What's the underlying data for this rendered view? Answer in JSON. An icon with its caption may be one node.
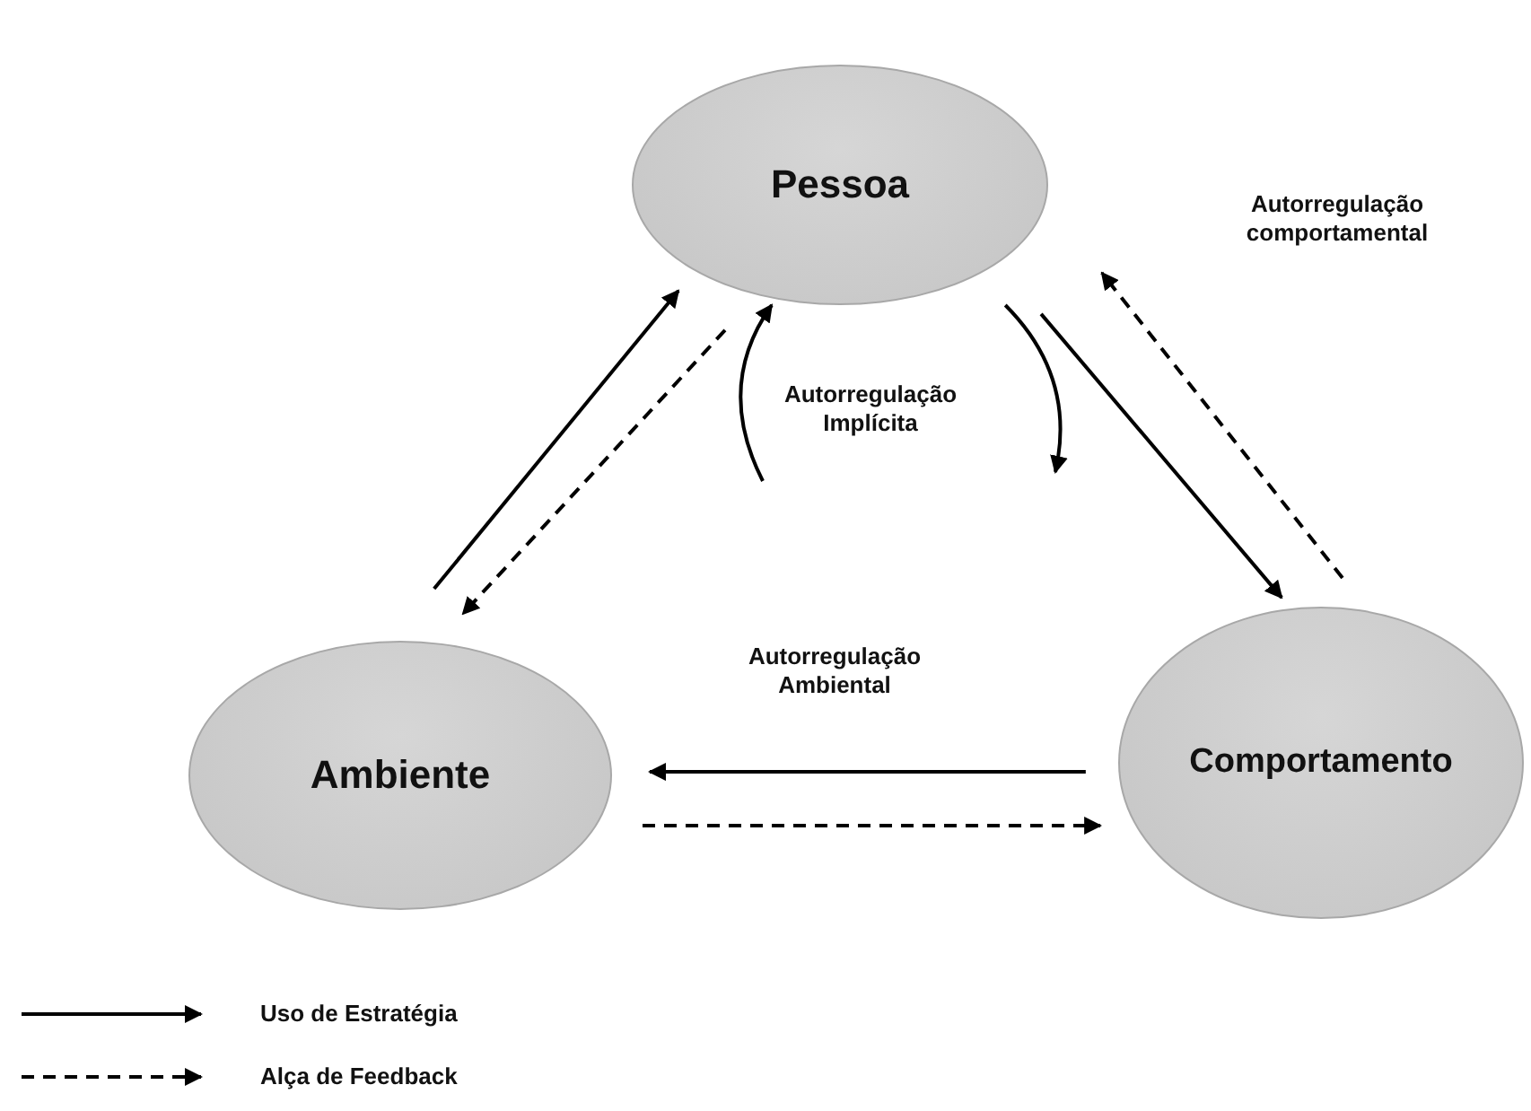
{
  "diagram": {
    "nodes": [
      {
        "text": [
          "Pessoa"
        ]
      },
      {
        "text": [
          "Ambiente"
        ]
      },
      {
        "text": [
          "Comportamento"
        ]
      }
    ],
    "edges": [
      {
        "from": 1,
        "to": 0,
        "arrow": "to"
      },
      {
        "from": 0,
        "to": 1,
        "arrow": "to",
        "style": "dashed"
      },
      {
        "from": null,
        "to": 0,
        "arrow": "to"
      },
      {
        "from": 0,
        "to": null,
        "arrow": "to"
      },
      {
        "from": 0,
        "to": 2,
        "arrow": "to"
      },
      {
        "from": 2,
        "to": 0,
        "arrow": "to",
        "style": "dashed"
      },
      {
        "from": 2,
        "to": 1,
        "arrow": "to"
      },
      {
        "from": 1,
        "to": 2,
        "arrow": "to",
        "style": "dashed"
      }
    ],
    "labels": [
      "Autorregulação comportamental",
      "Autorregulação Implícita",
      "Autorregulação Ambiental"
    ],
    "legend": [
      {
        "text": "Uso de Estratégia"
      },
      {
        "text": "Alça de Feedback"
      }
    ]
  }
}
